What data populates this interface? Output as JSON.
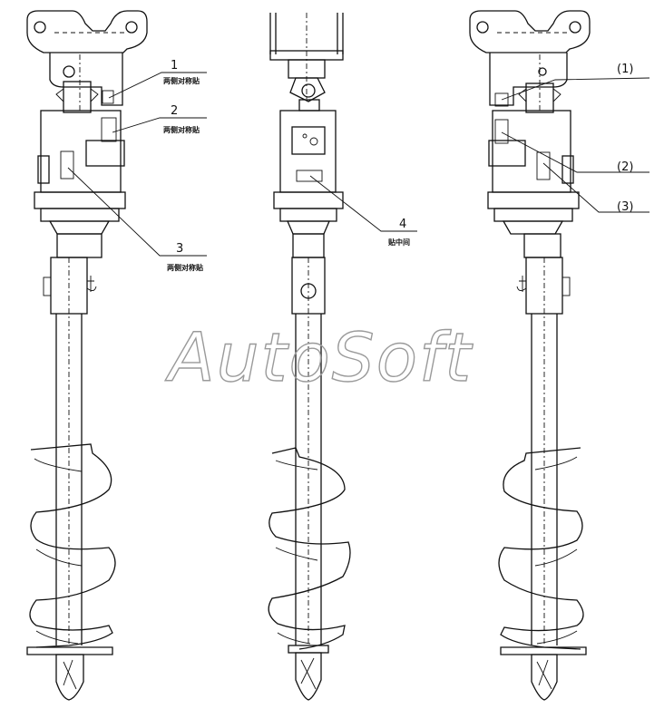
{
  "watermark": "AutoSoft",
  "labels": {
    "l1": "1",
    "l1_note": "两侧对称贴",
    "l2": "2",
    "l2_note": "两侧对称贴",
    "l3": "3",
    "l3_note": "两侧对称贴",
    "l4": "4",
    "l4_note": "贴中间",
    "r1": "(1)",
    "r2": "(2)",
    "r3": "(3)"
  }
}
